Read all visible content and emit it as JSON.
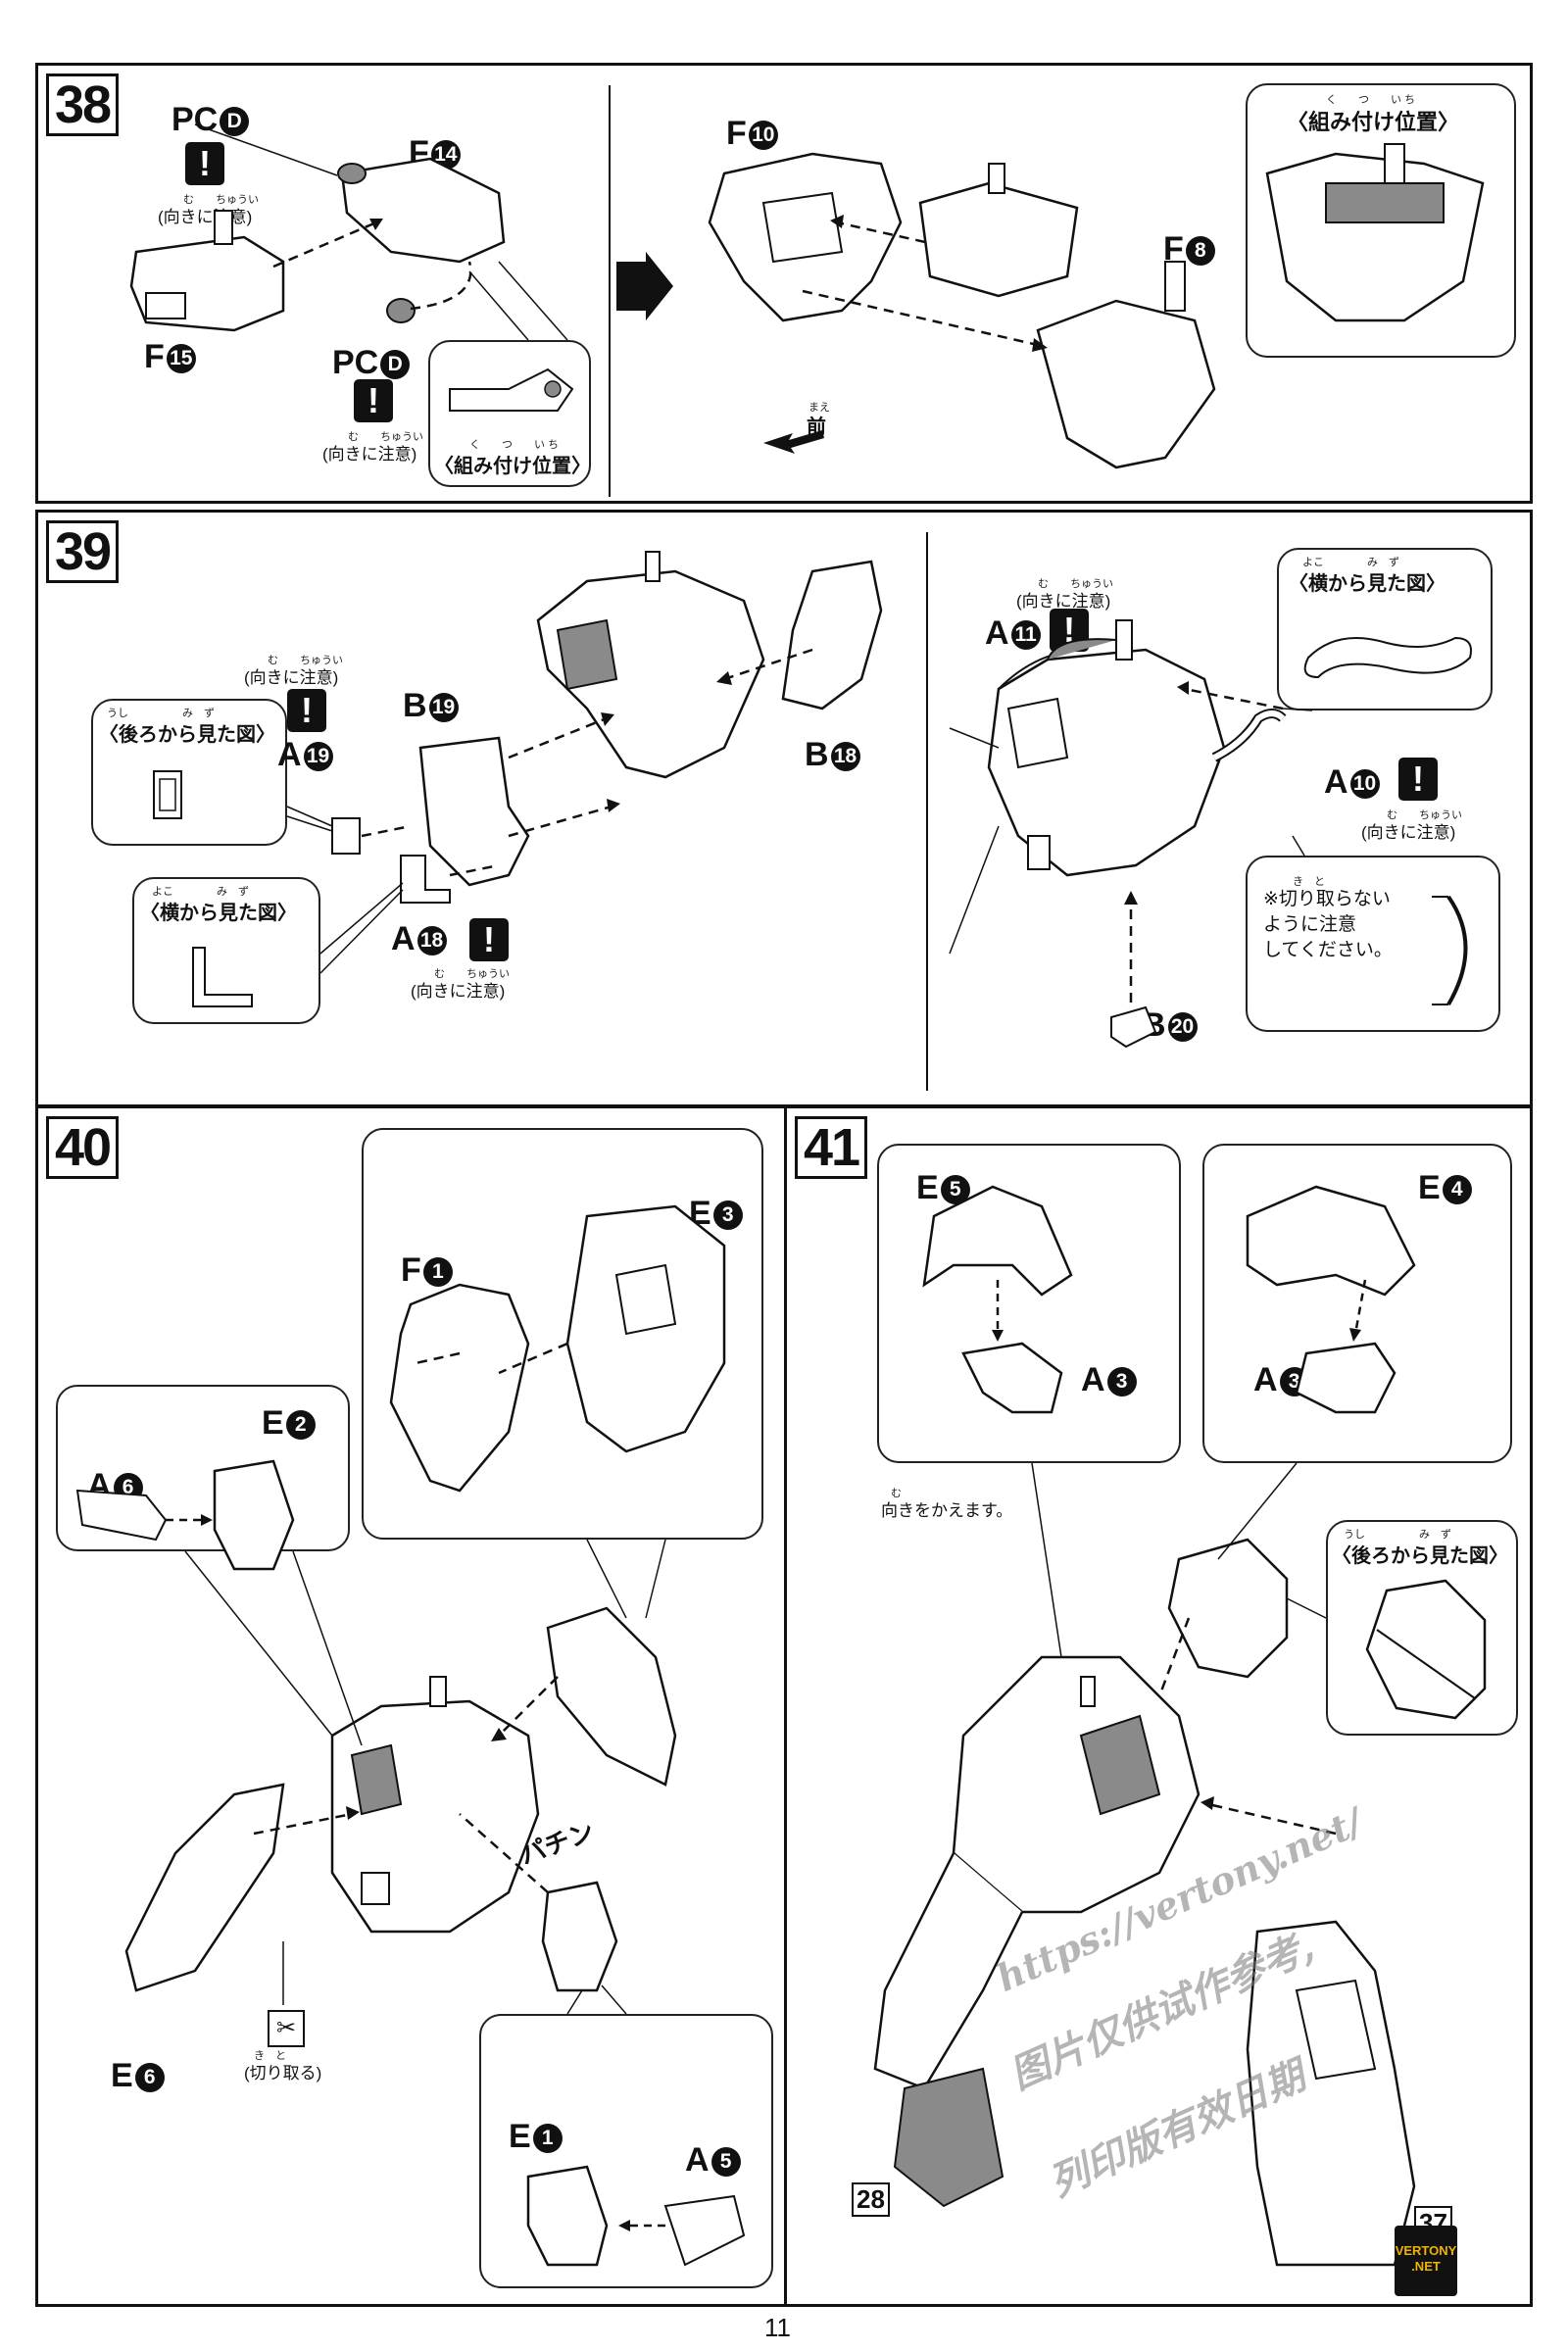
{
  "steps": {
    "s38": {
      "number": "38",
      "parts": {
        "pc_top": "PC",
        "pc_top_letter": "D",
        "f14": "F",
        "f14_num": "14",
        "f15": "F",
        "f15_num": "15",
        "pc_bottom": "PC",
        "pc_bottom_letter": "D",
        "f10": "F",
        "f10_num": "10",
        "f8": "F",
        "f8_num": "8"
      },
      "caution_top": "(向きに注意)",
      "caution_top_ruby": "む　　ちゅうい",
      "caution_bottom": "(向きに注意)",
      "caution_bottom_ruby": "む　　ちゅうい",
      "callout_label": "〈組み付け位置〉",
      "callout_label_ruby": "く　　つ　　い ち",
      "right_label": "〈組み付け位置〉",
      "right_label_ruby": "く　　つ　　い ち",
      "front_label": "前",
      "front_ruby": "まえ"
    },
    "s39": {
      "number": "39",
      "parts": {
        "b19": "B",
        "b19_num": "19",
        "a19": "A",
        "a19_num": "19",
        "b18": "B",
        "b18_num": "18",
        "a18": "A",
        "a18_num": "18",
        "a11": "A",
        "a11_num": "11",
        "a10": "A",
        "a10_num": "10",
        "b20": "B",
        "b20_num": "20"
      },
      "caution_a19": "(向きに注意)",
      "caution_a19_ruby": "む　　ちゅうい",
      "caution_a18": "(向きに注意)",
      "caution_a18_ruby": "む　　ちゅうい",
      "caution_a11": "(向きに注意)",
      "caution_a11_ruby": "む　　ちゅうい",
      "caution_a10": "(向きに注意)",
      "caution_a10_ruby": "む　　ちゅうい",
      "back_view": "〈後ろから見た図〉",
      "back_view_ruby": "うし　　　　　み　ず",
      "side_view_left": "〈横から見た図〉",
      "side_view_left_ruby": "よこ　　　　み　ず",
      "side_view_right": "〈横から見た図〉",
      "side_view_right_ruby": "よこ　　　　み　ず",
      "no_cut_note": "※切り取らない\nように注意\nしてください。",
      "no_cut_ruby": "き　と"
    },
    "s40": {
      "number": "40",
      "parts": {
        "e3": "E",
        "e3_num": "3",
        "f1": "F",
        "f1_num": "1",
        "a6": "A",
        "a6_num": "6",
        "e2": "E",
        "e2_num": "2",
        "e6": "E",
        "e6_num": "6",
        "e1": "E",
        "e1_num": "1",
        "a5": "A",
        "a5_num": "5"
      },
      "cut_label": "(切り取る)",
      "cut_ruby": "き　と",
      "snap_sound": "パチン"
    },
    "s41": {
      "number": "41",
      "parts": {
        "e5": "E",
        "e5_num": "5",
        "a3_left": "A",
        "a3_left_num": "3",
        "e4": "E",
        "e4_num": "4",
        "a3_right": "A",
        "a3_right_num": "3"
      },
      "change_direction": "向きをかえます。",
      "change_direction_ruby": "む",
      "back_view": "〈後ろから見た図〉",
      "back_view_ruby": "うし　　　　　み　ず",
      "ref_step_a": "28",
      "ref_step_b": "37"
    }
  },
  "watermark": {
    "url": "https://vertony.net/",
    "line1": "图片仅供试作参考,",
    "line2": "列印版有效日期",
    "badge_line1": "VERTONY",
    "badge_line2": ".NET"
  },
  "page_number": "11",
  "colors": {
    "ink": "#111111",
    "paper": "#ffffff",
    "part_gray": "#8a8a8a",
    "badge_gold": "#f0b400"
  }
}
